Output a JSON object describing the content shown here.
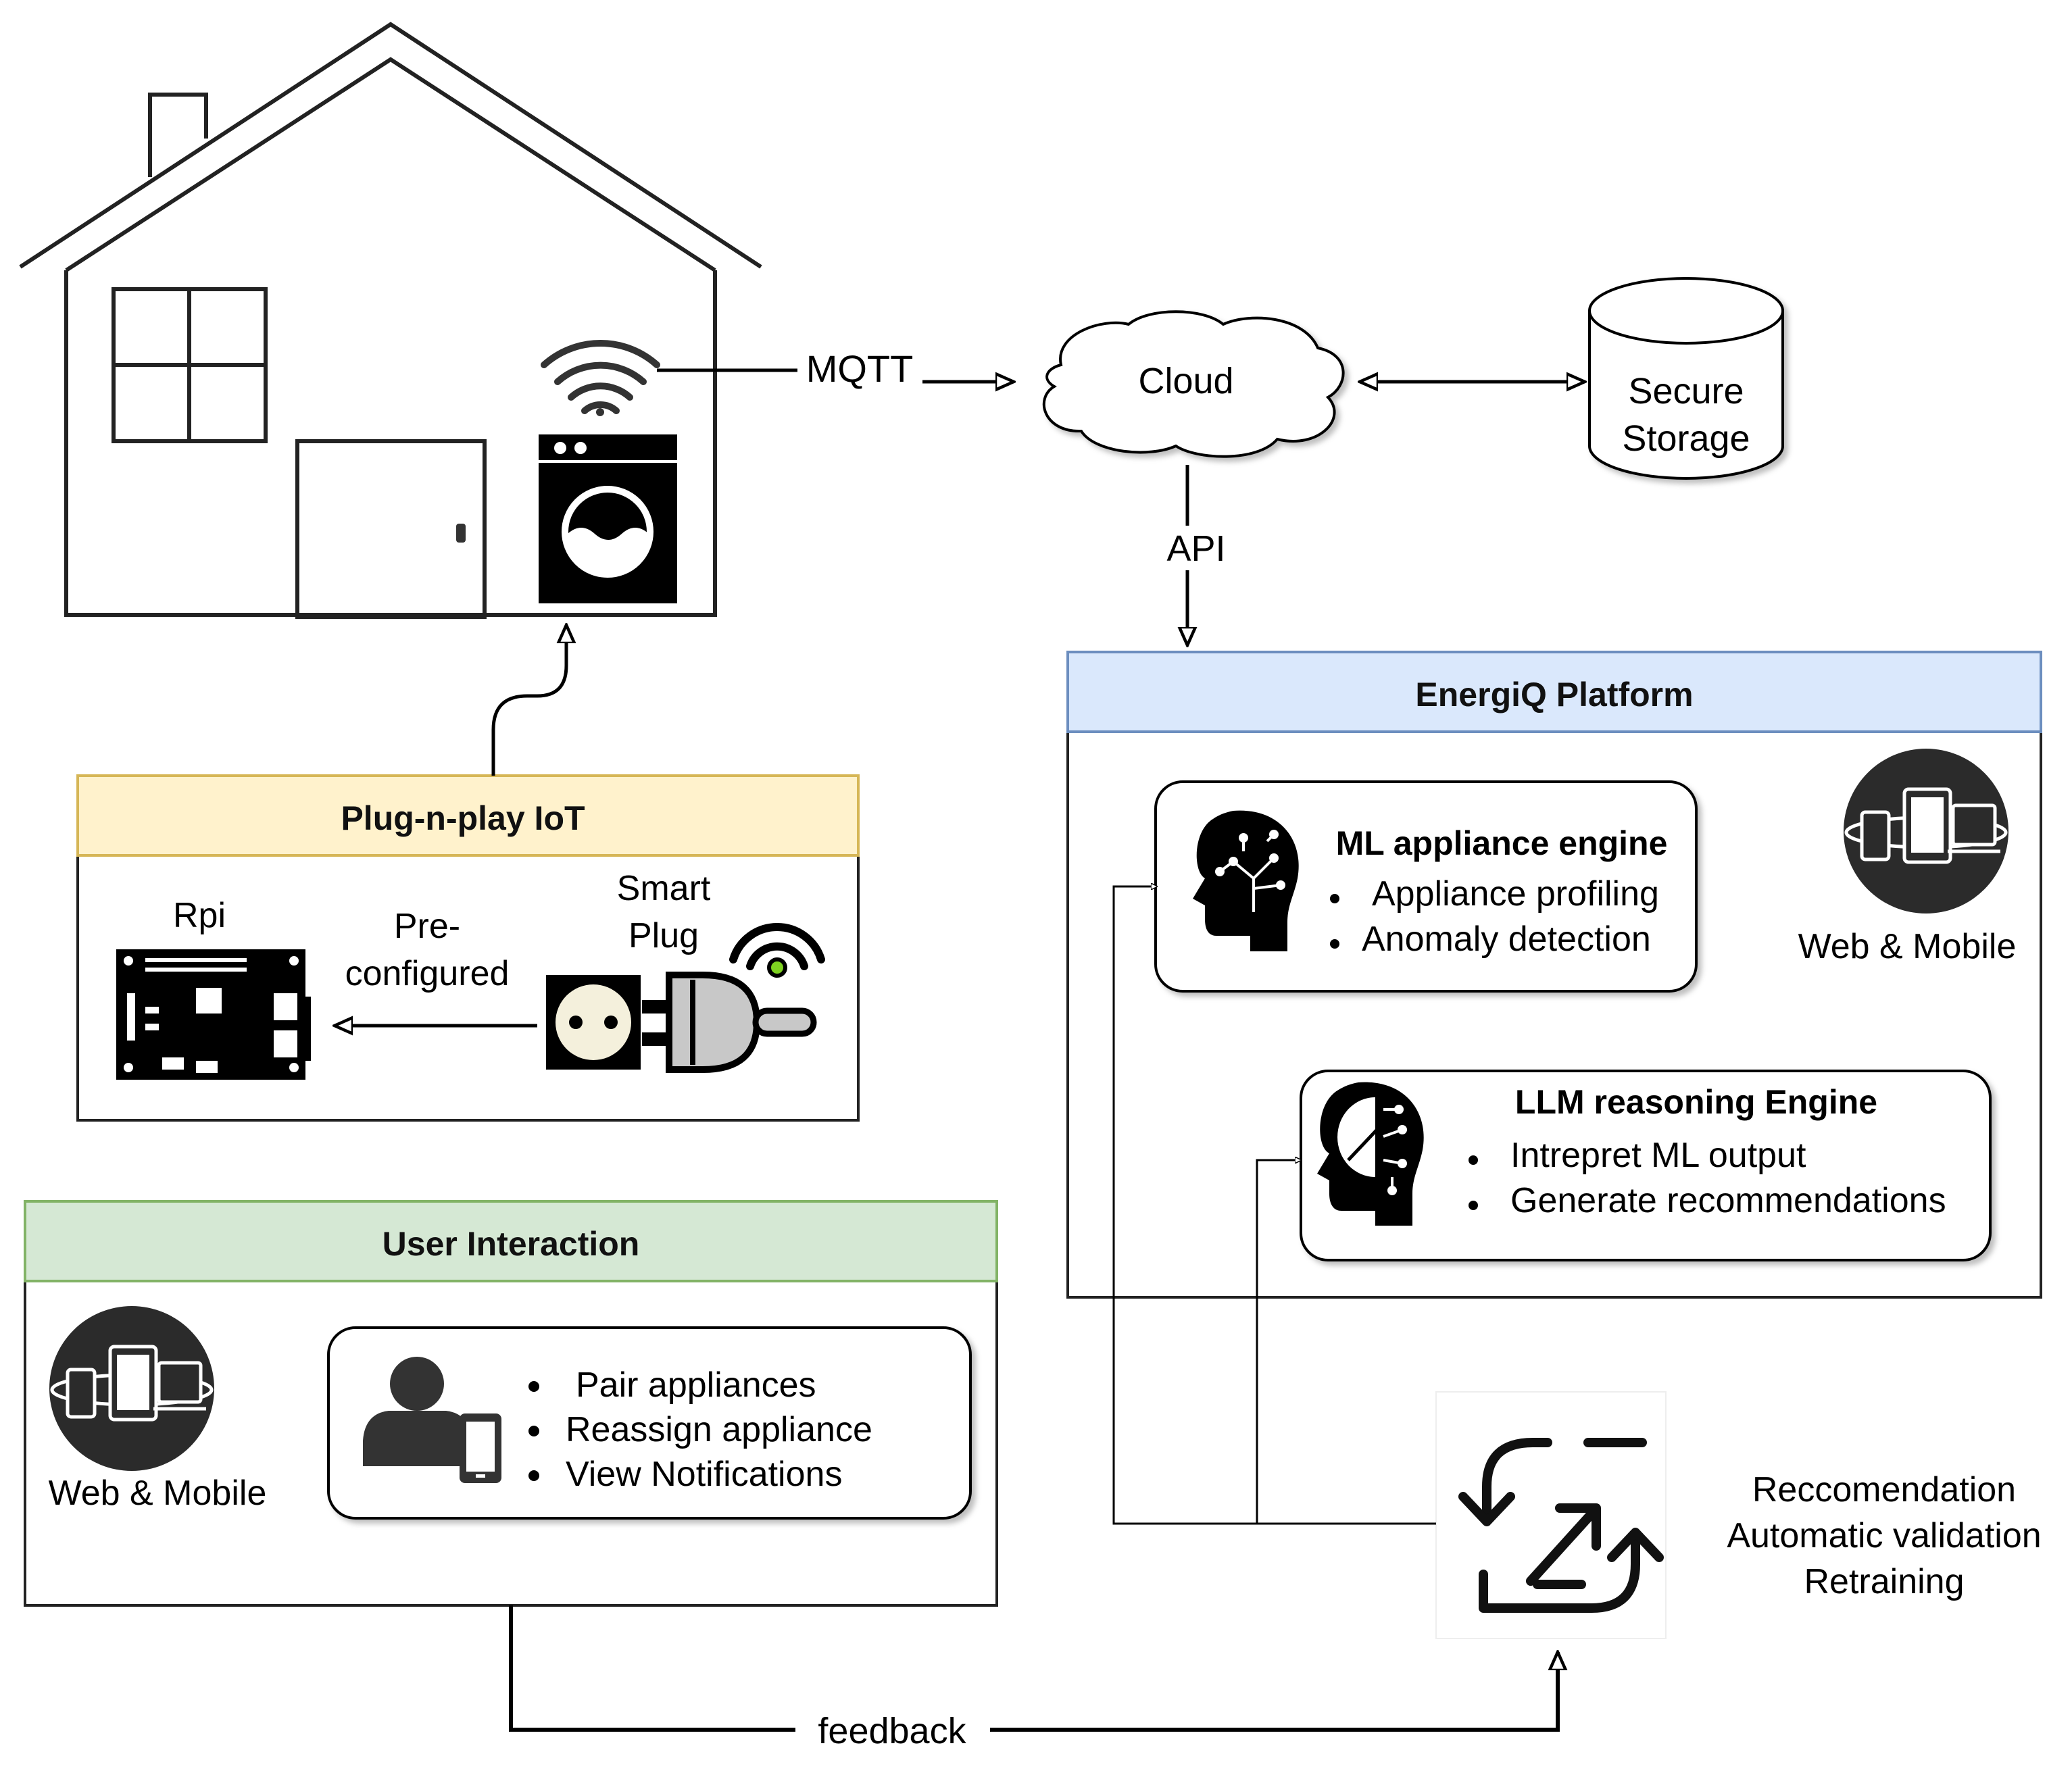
{
  "house": {
    "connection_label": "MQTT"
  },
  "cloud": {
    "label": "Cloud",
    "api_label": "API"
  },
  "storage": {
    "line1": "Secure",
    "line2": "Storage"
  },
  "iot": {
    "title": "Plug-n-play IoT",
    "rpi_label": "Rpi",
    "preconfigured_line1": "Pre-",
    "preconfigured_line2": "configured",
    "smart_plug_line1": "Smart",
    "smart_plug_line2": "Plug"
  },
  "platform": {
    "title": "EnergiQ Platform",
    "web_mobile_label": "Web & Mobile",
    "ml_engine": {
      "title": "ML appliance engine",
      "items": [
        "Appliance profiling",
        "Anomaly detection"
      ]
    },
    "llm_engine": {
      "title": "LLM reasoning Engine",
      "items": [
        "Intrepret ML output",
        "Generate recommendations"
      ]
    }
  },
  "user": {
    "title": "User Interaction",
    "web_mobile_label": "Web & Mobile",
    "items": [
      "Pair appliances",
      "Reassign appliance",
      "View Notifications"
    ]
  },
  "loop": {
    "line1": "Reccomendation",
    "line2": "Automatic validation",
    "line3": "Retraining",
    "feedback_label": "feedback"
  },
  "colors": {
    "iot_header": "#fff2cc",
    "iot_header_border": "#d6b656",
    "platform_header": "#dae8fc",
    "platform_header_border": "#6c8ebf",
    "user_header": "#d5e8d4",
    "user_header_border": "#82b366",
    "icon_dark": "#2b2b2b"
  }
}
